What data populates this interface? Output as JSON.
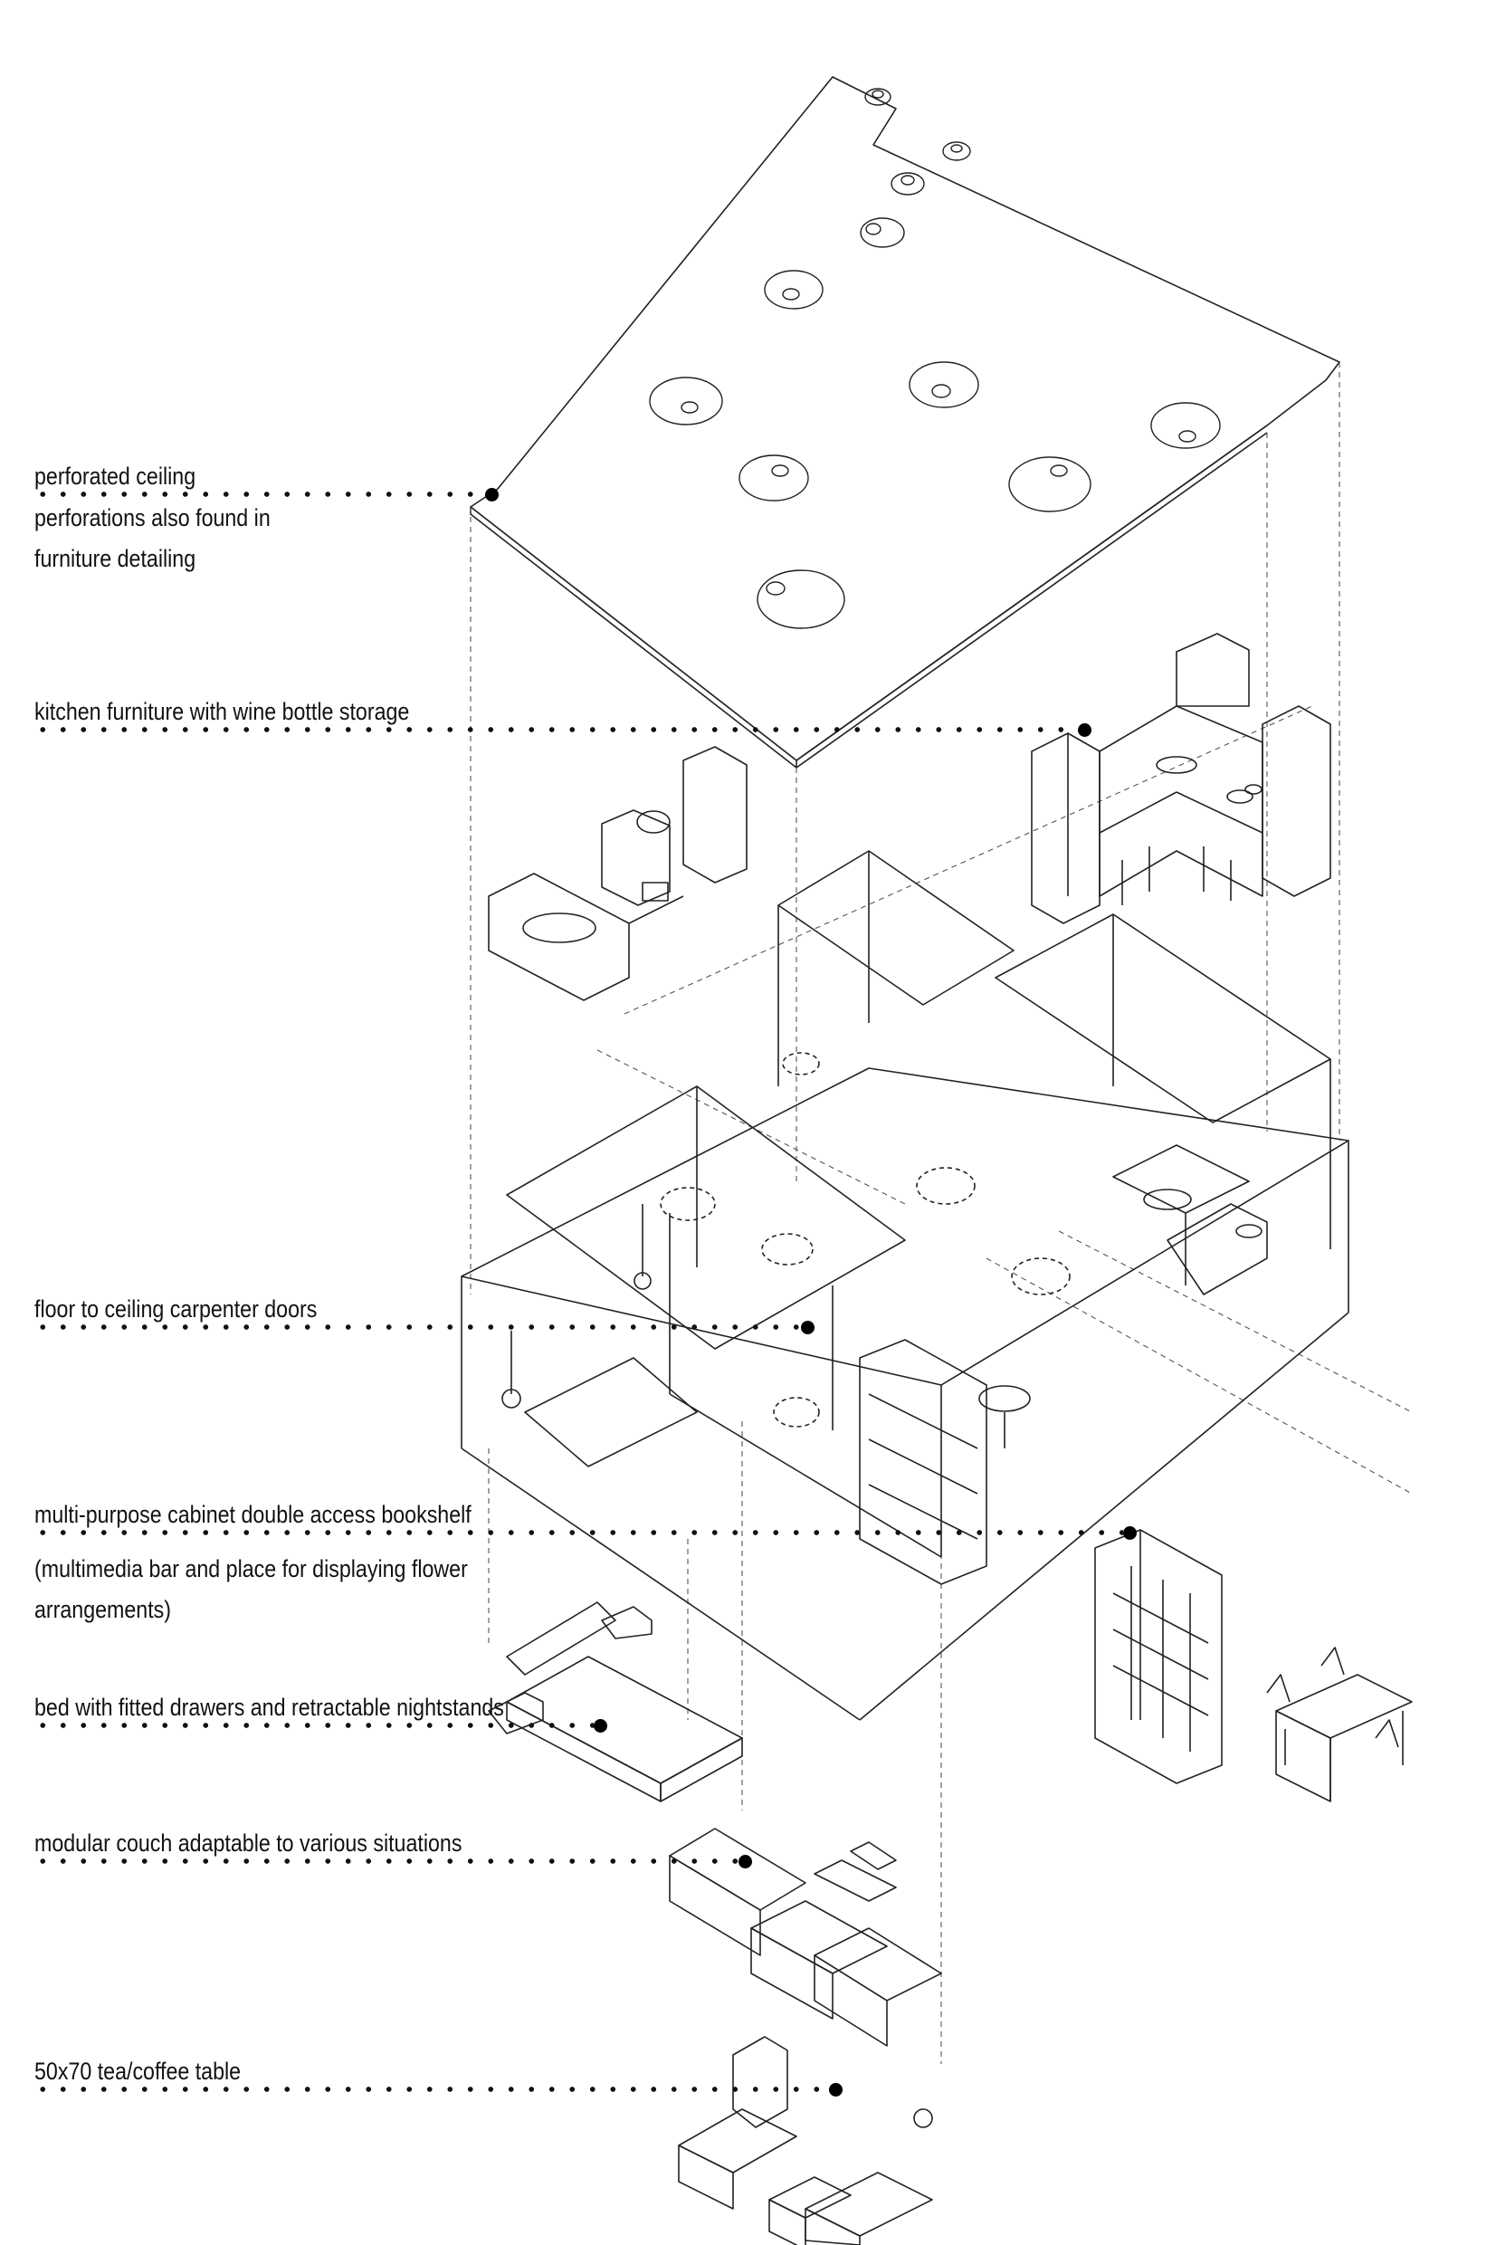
{
  "annotations": [
    {
      "id": "ceiling",
      "lines": [
        "perforated ceiling",
        "perforations also found in",
        "furniture detailing"
      ]
    },
    {
      "id": "kitchen",
      "lines": [
        "kitchen furniture with wine bottle storage"
      ]
    },
    {
      "id": "doors",
      "lines": [
        "floor to ceiling carpenter doors"
      ]
    },
    {
      "id": "cabinet",
      "lines": [
        "multi-purpose cabinet double access bookshelf",
        "(multimedia bar and place for displaying flower",
        "arrangements)"
      ]
    },
    {
      "id": "bed",
      "lines": [
        "bed with fitted drawers and retractable nightstands"
      ]
    },
    {
      "id": "couch",
      "lines": [
        "modular couch adaptable to various situations"
      ]
    },
    {
      "id": "table",
      "lines": [
        "50x70 tea/coffee table"
      ]
    }
  ],
  "colors": {
    "ink": "#111111",
    "paper": "#ffffff"
  }
}
